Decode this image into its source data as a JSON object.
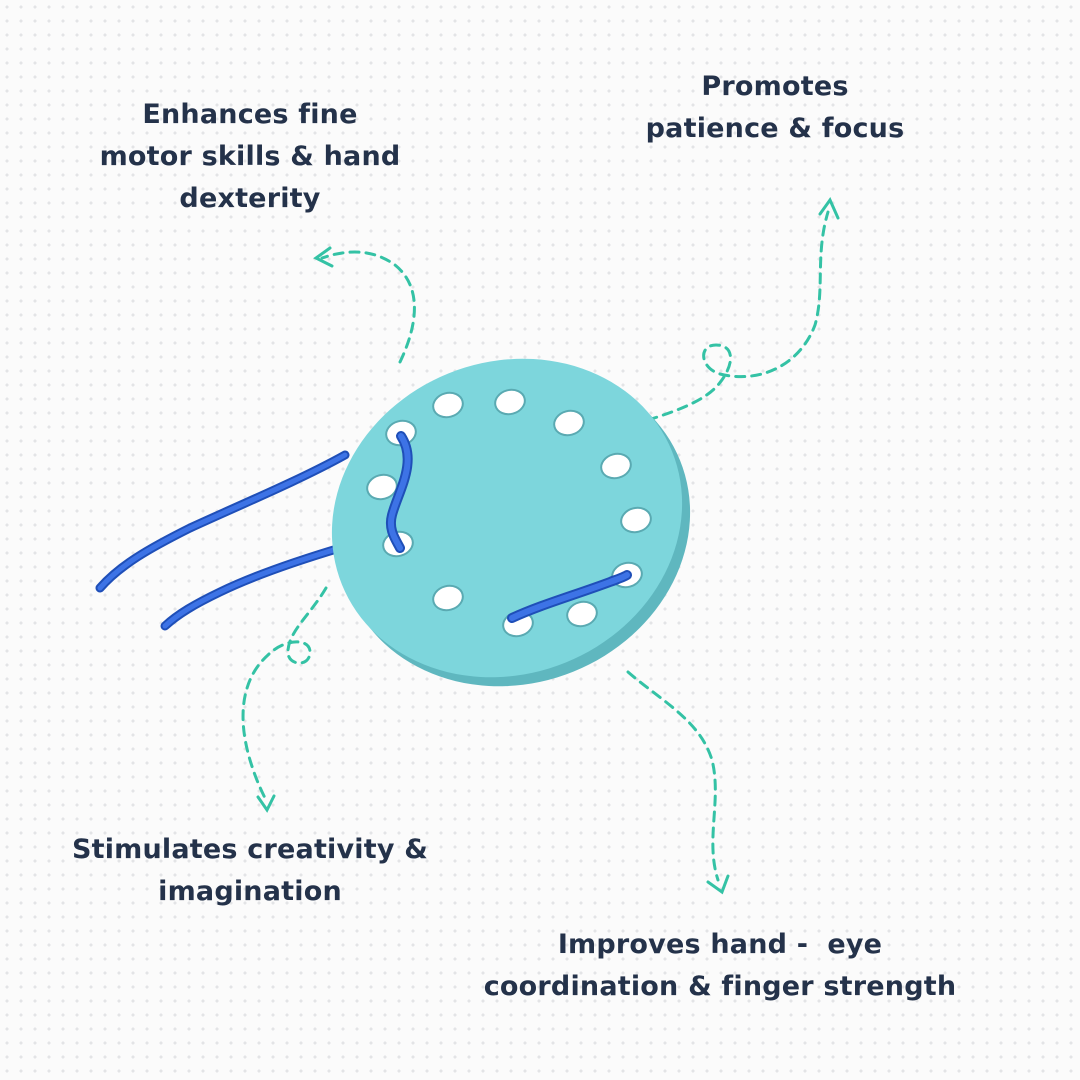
{
  "benefits": {
    "top_left": {
      "lines": [
        "Enhances fine",
        "motor skills & hand",
        "dexterity"
      ]
    },
    "top_right": {
      "lines": [
        "Promotes",
        "patience & focus"
      ]
    },
    "bottom_left": {
      "lines": [
        "Stimulates creativity &",
        "imagination"
      ]
    },
    "bottom_right": {
      "lines": [
        "Improves hand -  eye",
        "coordination & finger strength"
      ]
    }
  },
  "colors": {
    "text": "#24324a",
    "arrow": "#34c2a5",
    "disc": "#7dd6dc",
    "lace": "#2d63d8"
  },
  "product": {
    "name": "lacing-disc-toy"
  }
}
